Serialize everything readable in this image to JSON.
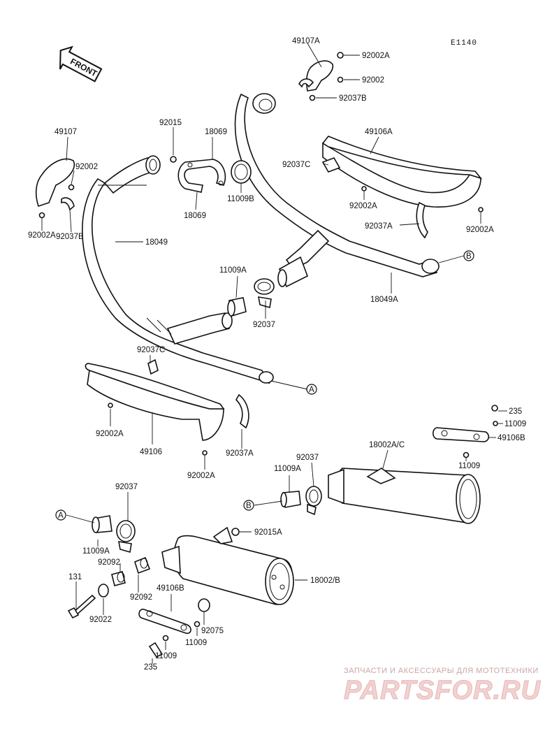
{
  "diagram_code": "E1140",
  "front_arrow_label": "FRONT",
  "connectors": {
    "a": "A",
    "b": "B"
  },
  "part_labels": {
    "p49107A": "49107A",
    "p92002A_top": "92002A",
    "p92002_top": "92002",
    "p92037B_top": "92037B",
    "p49107": "49107",
    "p92002_left": "92002",
    "p92002A_left": "92002A",
    "p92037B_left": "92037B",
    "p92015": "92015",
    "p18069_top": "18069",
    "p18069_bottom": "18069",
    "p11009B": "11009B",
    "p49106A": "49106A",
    "p92037C_right": "92037C",
    "p92002A_right1": "92002A",
    "p92037A_right": "92037A",
    "p92002A_right2": "92002A",
    "p18049": "18049",
    "p11009A_mid": "11009A",
    "p92037_mid": "92037",
    "p18049A": "18049A",
    "p92037C_left": "92037C",
    "p92002A_low": "92002A",
    "p49106": "49106",
    "p92037A_low": "92037A",
    "p92002A_low2": "92002A",
    "p235_right": "235",
    "p11009_right1": "11009",
    "p49106B_right": "49106B",
    "p18002AC": "18002A/C",
    "p11009_right2": "11009",
    "p92037_right": "92037",
    "p11009A_right": "11009A",
    "p92037_left": "92037",
    "p11009A_left": "11009A",
    "p92092_top": "92092",
    "p92015A": "92015A",
    "p131": "131",
    "p92092_bottom": "92092",
    "p49106B_left": "49106B",
    "p18002B": "18002/B",
    "p92022": "92022",
    "p92075": "92075",
    "p11009_bl1": "11009",
    "p11009_bl2": "11009",
    "p235_left": "235"
  },
  "watermark": {
    "tagline": "ЗАПЧАСТИ И АКСЕССУАРЫ ДЛЯ МОТОТЕХНИКИ",
    "brand": "PARTSFOR.RU"
  }
}
